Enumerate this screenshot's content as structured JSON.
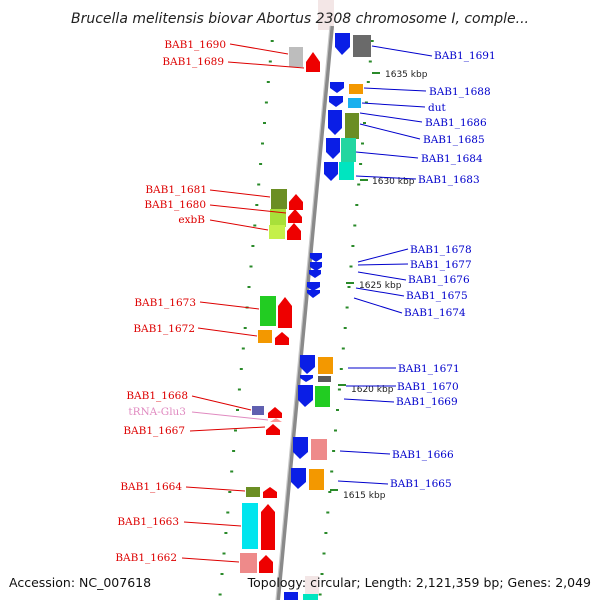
{
  "title": "Brucella melitensis biovar Abortus 2308 chromosome I, comple...",
  "footer": {
    "accession": "Accession: NC_007618",
    "topology": "Topology: circular; Length: 2,121,359 bp; Genes: 2,049"
  },
  "colors": {
    "forward_label": "#dd0000",
    "reverse_label": "#0000cc",
    "trna_label": "#e08ac0",
    "backbone": "#999999",
    "tick": "#2a8a2a"
  },
  "scale_labels": [
    "1635 kbp",
    "1630 kbp",
    "1625 kbp",
    "1620 kbp",
    "1615 kbp"
  ],
  "left_labels": [
    {
      "text": "BAB1_1690",
      "type": "forward"
    },
    {
      "text": "BAB1_1689",
      "type": "forward"
    },
    {
      "text": "BAB1_1681",
      "type": "forward"
    },
    {
      "text": "BAB1_1680",
      "type": "forward"
    },
    {
      "text": "exbB",
      "type": "forward"
    },
    {
      "text": "BAB1_1673",
      "type": "forward"
    },
    {
      "text": "BAB1_1672",
      "type": "forward"
    },
    {
      "text": "BAB1_1668",
      "type": "forward"
    },
    {
      "text": "tRNA-Glu3",
      "type": "trna"
    },
    {
      "text": "BAB1_1667",
      "type": "forward"
    },
    {
      "text": "BAB1_1664",
      "type": "forward"
    },
    {
      "text": "BAB1_1663",
      "type": "forward"
    },
    {
      "text": "BAB1_1662",
      "type": "forward"
    }
  ],
  "right_labels": [
    {
      "text": "BAB1_1691"
    },
    {
      "text": "BAB1_1688"
    },
    {
      "text": "dut"
    },
    {
      "text": "BAB1_1686"
    },
    {
      "text": "BAB1_1685"
    },
    {
      "text": "BAB1_1684"
    },
    {
      "text": "BAB1_1683"
    },
    {
      "text": "BAB1_1678"
    },
    {
      "text": "BAB1_1677"
    },
    {
      "text": "BAB1_1676"
    },
    {
      "text": "BAB1_1675"
    },
    {
      "text": "BAB1_1674"
    },
    {
      "text": "BAB1_1671"
    },
    {
      "text": "BAB1_1670"
    },
    {
      "text": "BAB1_1669"
    },
    {
      "text": "BAB1_1666"
    },
    {
      "text": "BAB1_1665"
    }
  ]
}
